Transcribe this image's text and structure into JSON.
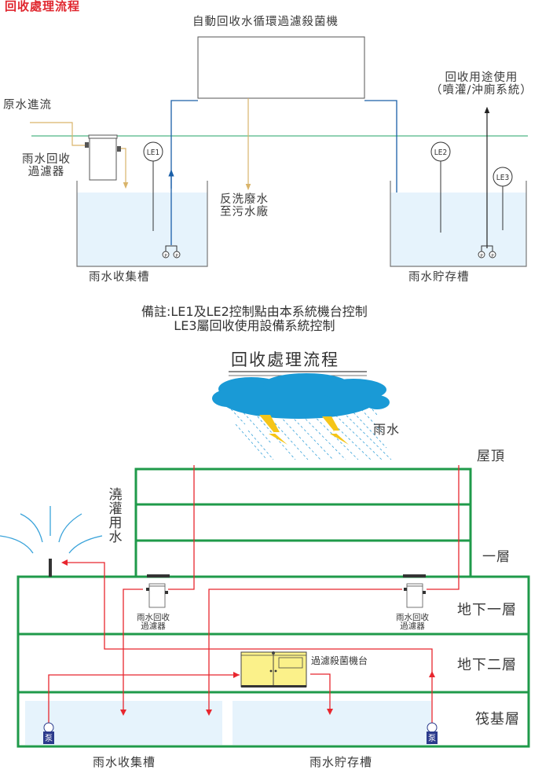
{
  "page": {
    "title": "回收處理流程"
  },
  "top_diagram": {
    "machine_title": "自動回收水循環過濾殺菌機",
    "raw_water_in": "原水進流",
    "filter_label_line1": "雨水回收",
    "filter_label_line2": "過濾器",
    "backwash_line1": "反洗廢水",
    "backwash_line2": "至污水廠",
    "reuse_line1": "回收用途使用",
    "reuse_line2": "（噴灌/沖廁系統）",
    "sensors": [
      "LE1",
      "LE2",
      "LE3"
    ],
    "pump_symbol": "P",
    "tank_collect": "雨水收集槽",
    "tank_store": "雨水貯存槽",
    "note_line1": "備註:LE1及LE2控制點由本系統機台控制",
    "note_line2": "LE3屬回收使用設備系統控制"
  },
  "bottom_diagram": {
    "title": "回收處理流程",
    "rain_label": "雨水",
    "floors": {
      "roof": "屋頂",
      "floor1": "一層",
      "b1": "地下一層",
      "b2": "地下二層",
      "raft": "筏基層"
    },
    "irrigation": "澆灌用水",
    "filter_line1": "雨水回收",
    "filter_line2": "過濾器",
    "sterilizer": "過濾殺菌機台",
    "pump_char": "泵",
    "tank_collect": "雨水收集槽",
    "tank_store": "雨水貯存槽"
  },
  "colors": {
    "title_red": "#e0262e",
    "pipe_red": "#e8262e",
    "building_green": "#1f9a4a",
    "ground_line_green": "#6cc29a",
    "water_fill": "#e6f3fc",
    "pipe_blue": "#1a5fa8",
    "waste_tan": "#d9b46a",
    "cloud_blue": "#1a9ad6",
    "lightning_yellow": "#f5c518",
    "pump_navy": "#2b3a8c",
    "machine_yellow": "#fbf18a"
  }
}
